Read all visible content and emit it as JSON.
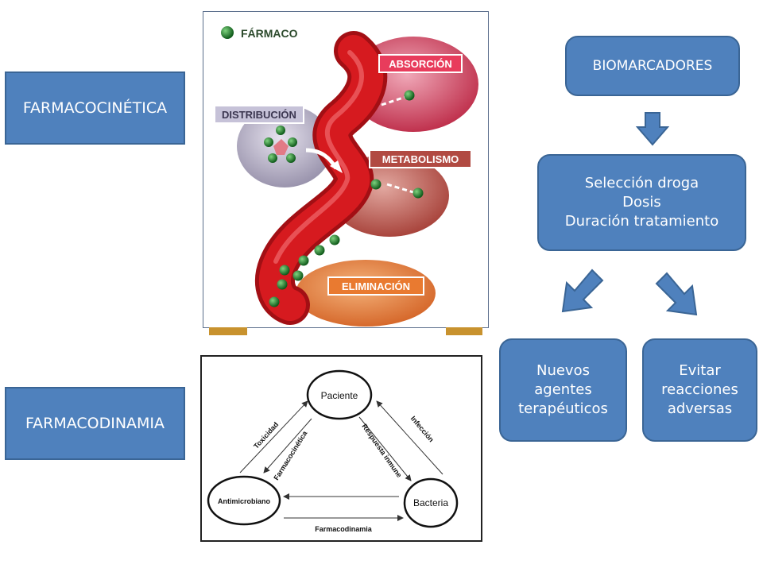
{
  "left_labels": {
    "pk": "FARMACOCINÉTICA",
    "pd": "FARMACODINAMIA"
  },
  "illustration": {
    "drug": "FÁRMACO",
    "absorption": "ABSORCIÓN",
    "distribution": "DISTRIBUCIÓN",
    "metabolism": "METABOLISMO",
    "elimination": "ELIMINACIÓN"
  },
  "triangle": {
    "patient": "Paciente",
    "antimicrobial": "Antimicrobiano",
    "bacteria": "Bacteria",
    "toxicity": "Toxicidad",
    "pharmacokinetics": "Farmacocinética",
    "immune_response": "Respuesta inmune",
    "infection": "Infección",
    "pharmacodynamics": "Farmacodinamia"
  },
  "flow": {
    "biomarkers": "BIOMARCADORES",
    "selection": "Selección droga\nDosis\nDuración tratamiento",
    "new_agents": "Nuevos\nagentes\nterapéuticos",
    "avoid_reactions": "Evitar\nreacciones\nadversas"
  },
  "colors": {
    "box_fill": "#4f81bd",
    "box_border": "#3a6595",
    "vessel": "#d61a1f",
    "drug_green": "#1e7a2a"
  }
}
